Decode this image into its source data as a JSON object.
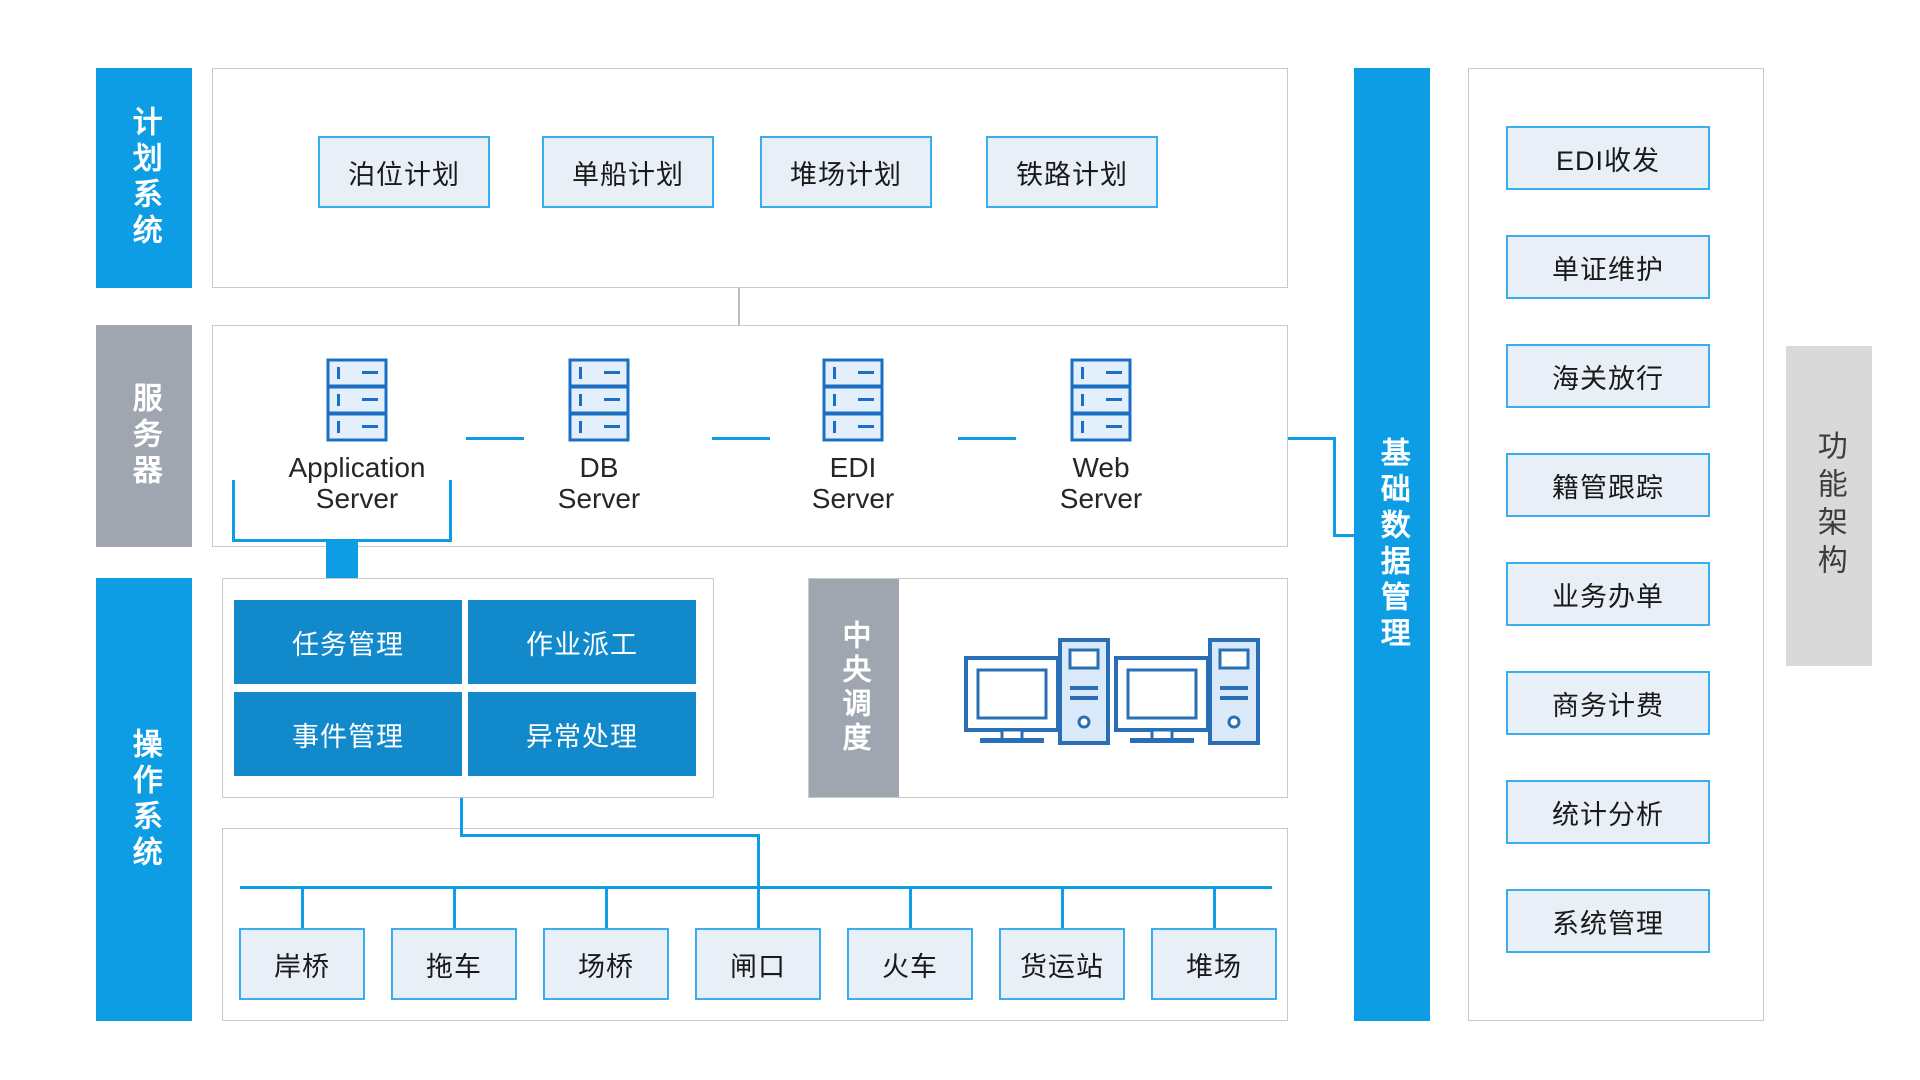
{
  "diagram": {
    "title": "功能架构",
    "right_band_label": "功能架构",
    "base_data_band_label": "基础数据管理"
  },
  "layers": {
    "planning": {
      "label": "计划系统"
    },
    "server": {
      "label": "服务器"
    },
    "operation": {
      "label": "操作系统"
    }
  },
  "planning_system": {
    "items": [
      {
        "label": "泊位计划"
      },
      {
        "label": "单船计划"
      },
      {
        "label": "堆场计划"
      },
      {
        "label": "铁路计划"
      }
    ]
  },
  "servers": {
    "items": [
      {
        "label": "Application\nServer",
        "icon": "server-rack-icon"
      },
      {
        "label": "DB\nServer",
        "icon": "server-rack-icon"
      },
      {
        "label": "EDI\nServer",
        "icon": "server-rack-icon"
      },
      {
        "label": "Web\nServer",
        "icon": "server-rack-icon"
      }
    ]
  },
  "operation_modules": {
    "items": [
      {
        "label": "任务管理"
      },
      {
        "label": "作业派工"
      },
      {
        "label": "事件管理"
      },
      {
        "label": "异常处理"
      }
    ]
  },
  "central_dispatch": {
    "label": "中央调度",
    "workstations": [
      {
        "icon": "desktop-computer-icon"
      },
      {
        "icon": "desktop-computer-icon"
      }
    ]
  },
  "equipment": {
    "items": [
      {
        "label": "岸桥"
      },
      {
        "label": "拖车"
      },
      {
        "label": "场桥"
      },
      {
        "label": "闸口"
      },
      {
        "label": "火车"
      },
      {
        "label": "货运站"
      },
      {
        "label": "堆场"
      }
    ]
  },
  "business_functions": {
    "items": [
      {
        "label": "EDI收发"
      },
      {
        "label": "单证维护"
      },
      {
        "label": "海关放行"
      },
      {
        "label": "籍管跟踪"
      },
      {
        "label": "业务办单"
      },
      {
        "label": "商务计费"
      },
      {
        "label": "统计分析"
      },
      {
        "label": "系统管理"
      }
    ]
  },
  "colors": {
    "accent_blue": "#0c9de4",
    "solid_blue": "#1189ca",
    "box_fill": "#e9eff7",
    "box_border": "#3aaded",
    "gray_band": "#9fa6b0",
    "light_gray_band": "#d9d9d9",
    "panel_border": "#c9c9c9"
  }
}
